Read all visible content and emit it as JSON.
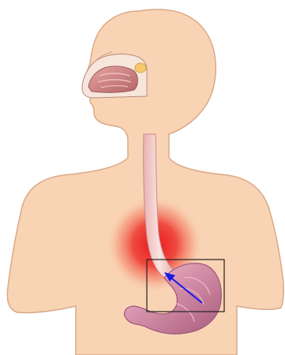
{
  "diagram": {
    "subject": "heartburn-gastroesophageal-reflux",
    "parts": [
      {
        "name": "head-and-torso-silhouette"
      },
      {
        "name": "nasal-cavity-cross-section"
      },
      {
        "name": "esophagus"
      },
      {
        "name": "heartburn-glow"
      },
      {
        "name": "stomach"
      },
      {
        "name": "lower-esophageal-sphincter-highlight-box"
      },
      {
        "name": "reflux-direction-arrow"
      }
    ],
    "colors": {
      "skin": "#f9d4b4",
      "skin_outline": "#d9a989",
      "glow_center": "#e8161b",
      "stomach": "#d48fa8",
      "stomach_dark": "#b8698a",
      "esophagus": "#f0c6c6",
      "nasal_tissue": "#c97b7b",
      "nasal_bone": "#f4c96a",
      "box_outline": "#222222",
      "arrow": "#1a1ae6"
    }
  }
}
